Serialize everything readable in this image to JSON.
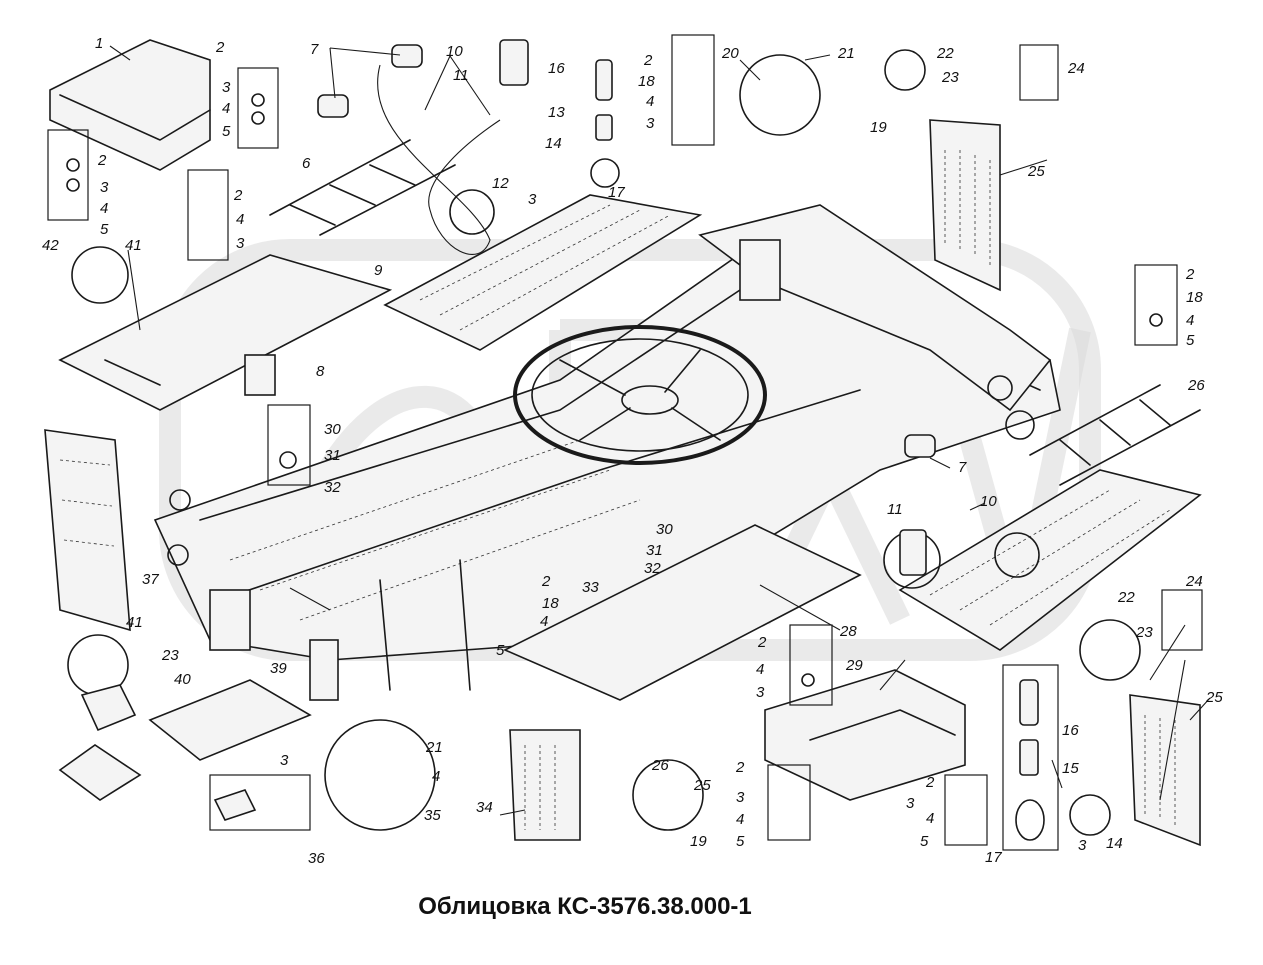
{
  "title": "Облицовка КС-3576.38.000-1",
  "callouts": [
    {
      "id": "c1",
      "text": "1"
    },
    {
      "id": "c2a",
      "text": "2"
    },
    {
      "id": "c3a",
      "text": "3"
    },
    {
      "id": "c4a",
      "text": "4"
    },
    {
      "id": "c5a",
      "text": "5"
    },
    {
      "id": "c2b",
      "text": "2"
    },
    {
      "id": "c3b",
      "text": "3"
    },
    {
      "id": "c4b",
      "text": "4"
    },
    {
      "id": "c5b",
      "text": "5"
    },
    {
      "id": "c2c",
      "text": "2"
    },
    {
      "id": "c4c",
      "text": "4"
    },
    {
      "id": "c3c",
      "text": "3"
    },
    {
      "id": "c6",
      "text": "6"
    },
    {
      "id": "c7a",
      "text": "7"
    },
    {
      "id": "c8",
      "text": "8"
    },
    {
      "id": "c9",
      "text": "9"
    },
    {
      "id": "c10a",
      "text": "10"
    },
    {
      "id": "c11a",
      "text": "11"
    },
    {
      "id": "c12",
      "text": "12"
    },
    {
      "id": "c13",
      "text": "13"
    },
    {
      "id": "c14a",
      "text": "14"
    },
    {
      "id": "c3d",
      "text": "3"
    },
    {
      "id": "c16a",
      "text": "16"
    },
    {
      "id": "c17a",
      "text": "17"
    },
    {
      "id": "c2d",
      "text": "2"
    },
    {
      "id": "c18a",
      "text": "18"
    },
    {
      "id": "c4d",
      "text": "4"
    },
    {
      "id": "c3e",
      "text": "3"
    },
    {
      "id": "c20",
      "text": "20"
    },
    {
      "id": "c21a",
      "text": "21"
    },
    {
      "id": "c22a",
      "text": "22"
    },
    {
      "id": "c23a",
      "text": "23"
    },
    {
      "id": "c19a",
      "text": "19"
    },
    {
      "id": "c24a",
      "text": "24"
    },
    {
      "id": "c25a",
      "text": "25"
    },
    {
      "id": "c2e",
      "text": "2"
    },
    {
      "id": "c18b",
      "text": "18"
    },
    {
      "id": "c4e",
      "text": "4"
    },
    {
      "id": "c5e",
      "text": "5"
    },
    {
      "id": "c26a",
      "text": "26"
    },
    {
      "id": "c7b",
      "text": "7"
    },
    {
      "id": "c10b",
      "text": "10"
    },
    {
      "id": "c11b",
      "text": "11"
    },
    {
      "id": "c42",
      "text": "42"
    },
    {
      "id": "c41a",
      "text": "41"
    },
    {
      "id": "c30a",
      "text": "30"
    },
    {
      "id": "c31a",
      "text": "31"
    },
    {
      "id": "c32a",
      "text": "32"
    },
    {
      "id": "c30b",
      "text": "30"
    },
    {
      "id": "c31b",
      "text": "31"
    },
    {
      "id": "c32b",
      "text": "32"
    },
    {
      "id": "c33",
      "text": "33"
    },
    {
      "id": "c2f",
      "text": "2"
    },
    {
      "id": "c18c",
      "text": "18"
    },
    {
      "id": "c4f",
      "text": "4"
    },
    {
      "id": "c5f",
      "text": "5"
    },
    {
      "id": "c28",
      "text": "28"
    },
    {
      "id": "c37",
      "text": "37"
    },
    {
      "id": "c41b",
      "text": "41"
    },
    {
      "id": "c23b",
      "text": "23"
    },
    {
      "id": "c40",
      "text": "40"
    },
    {
      "id": "c39",
      "text": "39"
    },
    {
      "id": "c2g",
      "text": "2"
    },
    {
      "id": "c4g",
      "text": "4"
    },
    {
      "id": "c3g",
      "text": "3"
    },
    {
      "id": "c29",
      "text": "29"
    },
    {
      "id": "c22b",
      "text": "22"
    },
    {
      "id": "c23c",
      "text": "23"
    },
    {
      "id": "c24b",
      "text": "24"
    },
    {
      "id": "c25b",
      "text": "25"
    },
    {
      "id": "c3h",
      "text": "3"
    },
    {
      "id": "c21b",
      "text": "21"
    },
    {
      "id": "c4h",
      "text": "4"
    },
    {
      "id": "c35",
      "text": "35"
    },
    {
      "id": "c36",
      "text": "36"
    },
    {
      "id": "c34",
      "text": "34"
    },
    {
      "id": "c26b",
      "text": "26"
    },
    {
      "id": "c25c",
      "text": "25"
    },
    {
      "id": "c19b",
      "text": "19"
    },
    {
      "id": "c2h",
      "text": "2"
    },
    {
      "id": "c3i",
      "text": "3"
    },
    {
      "id": "c4i",
      "text": "4"
    },
    {
      "id": "c5i",
      "text": "5"
    },
    {
      "id": "c2i",
      "text": "2"
    },
    {
      "id": "c3j",
      "text": "3"
    },
    {
      "id": "c4j",
      "text": "4"
    },
    {
      "id": "c5j",
      "text": "5"
    },
    {
      "id": "c16b",
      "text": "16"
    },
    {
      "id": "c15",
      "text": "15"
    },
    {
      "id": "c17b",
      "text": "17"
    },
    {
      "id": "c3k",
      "text": "3"
    },
    {
      "id": "c14b",
      "text": "14"
    }
  ]
}
